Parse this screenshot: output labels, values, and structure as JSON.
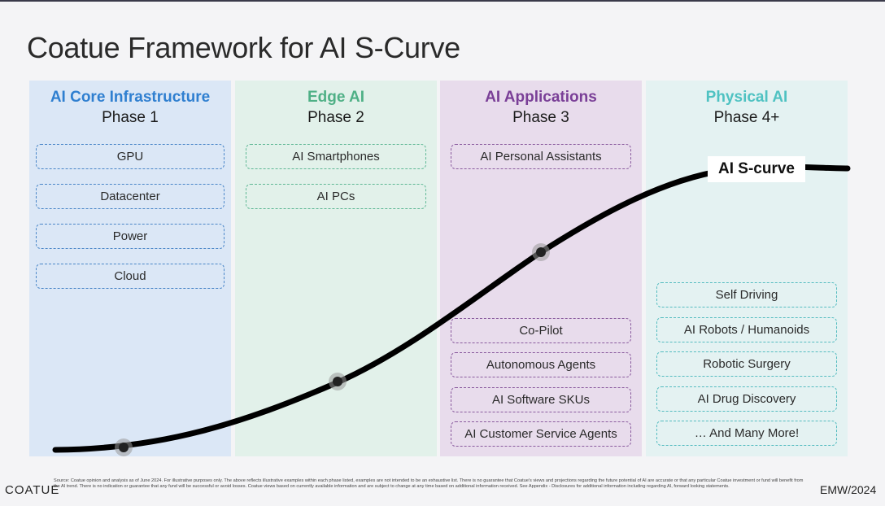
{
  "title": "Coatue Framework for AI S-Curve",
  "columns": [
    {
      "heading": "AI Core Infrastructure",
      "phase": "Phase 1",
      "heading_color": "#2f7fd0",
      "bg": "#dbe7f6",
      "items": [
        "GPU",
        "Datacenter",
        "Power",
        "Cloud"
      ]
    },
    {
      "heading": "Edge AI",
      "phase": "Phase 2",
      "heading_color": "#4fb086",
      "bg": "#e2f1ea",
      "items": [
        "AI Smartphones",
        "AI PCs"
      ]
    },
    {
      "heading": "AI Applications",
      "phase": "Phase 3",
      "heading_color": "#7a3f97",
      "bg": "#e8dcec",
      "items_top": [
        "AI Personal Assistants"
      ],
      "items_bottom": [
        "Co-Pilot",
        "Autonomous Agents",
        "AI Software SKUs",
        "AI Customer Service Agents"
      ]
    },
    {
      "heading": "Physical AI",
      "phase": "Phase 4+",
      "heading_color": "#4fc2c2",
      "bg": "#e4f2f2",
      "items": [
        "Self Driving",
        "AI Robots / Humanoids",
        "Robotic Surgery",
        "AI Drug Discovery",
        "… And Many More!"
      ]
    }
  ],
  "curve_label": "AI S-curve",
  "footer": {
    "logo": "COATUE",
    "disclaimer": "Source: Coatue opinion and analysis as of June 2024. For illustrative purposes only. The above reflects illustrative examples within each phase listed, examples are not intended to be an exhaustive list. There is no guarantee that Coatue's views and projections regarding the future potential of AI are accurate or that any particular Coatue investment or fund will benefit from the AI trend. There is no indication or guarantee that any fund will be successful or avoid losses. Coatue views based on currently available information and are subject to change at any time based on additional information received. See Appendix - Disclosures for additional information including regarding AI, forward looking statements.",
    "event": "EMW/2024"
  }
}
